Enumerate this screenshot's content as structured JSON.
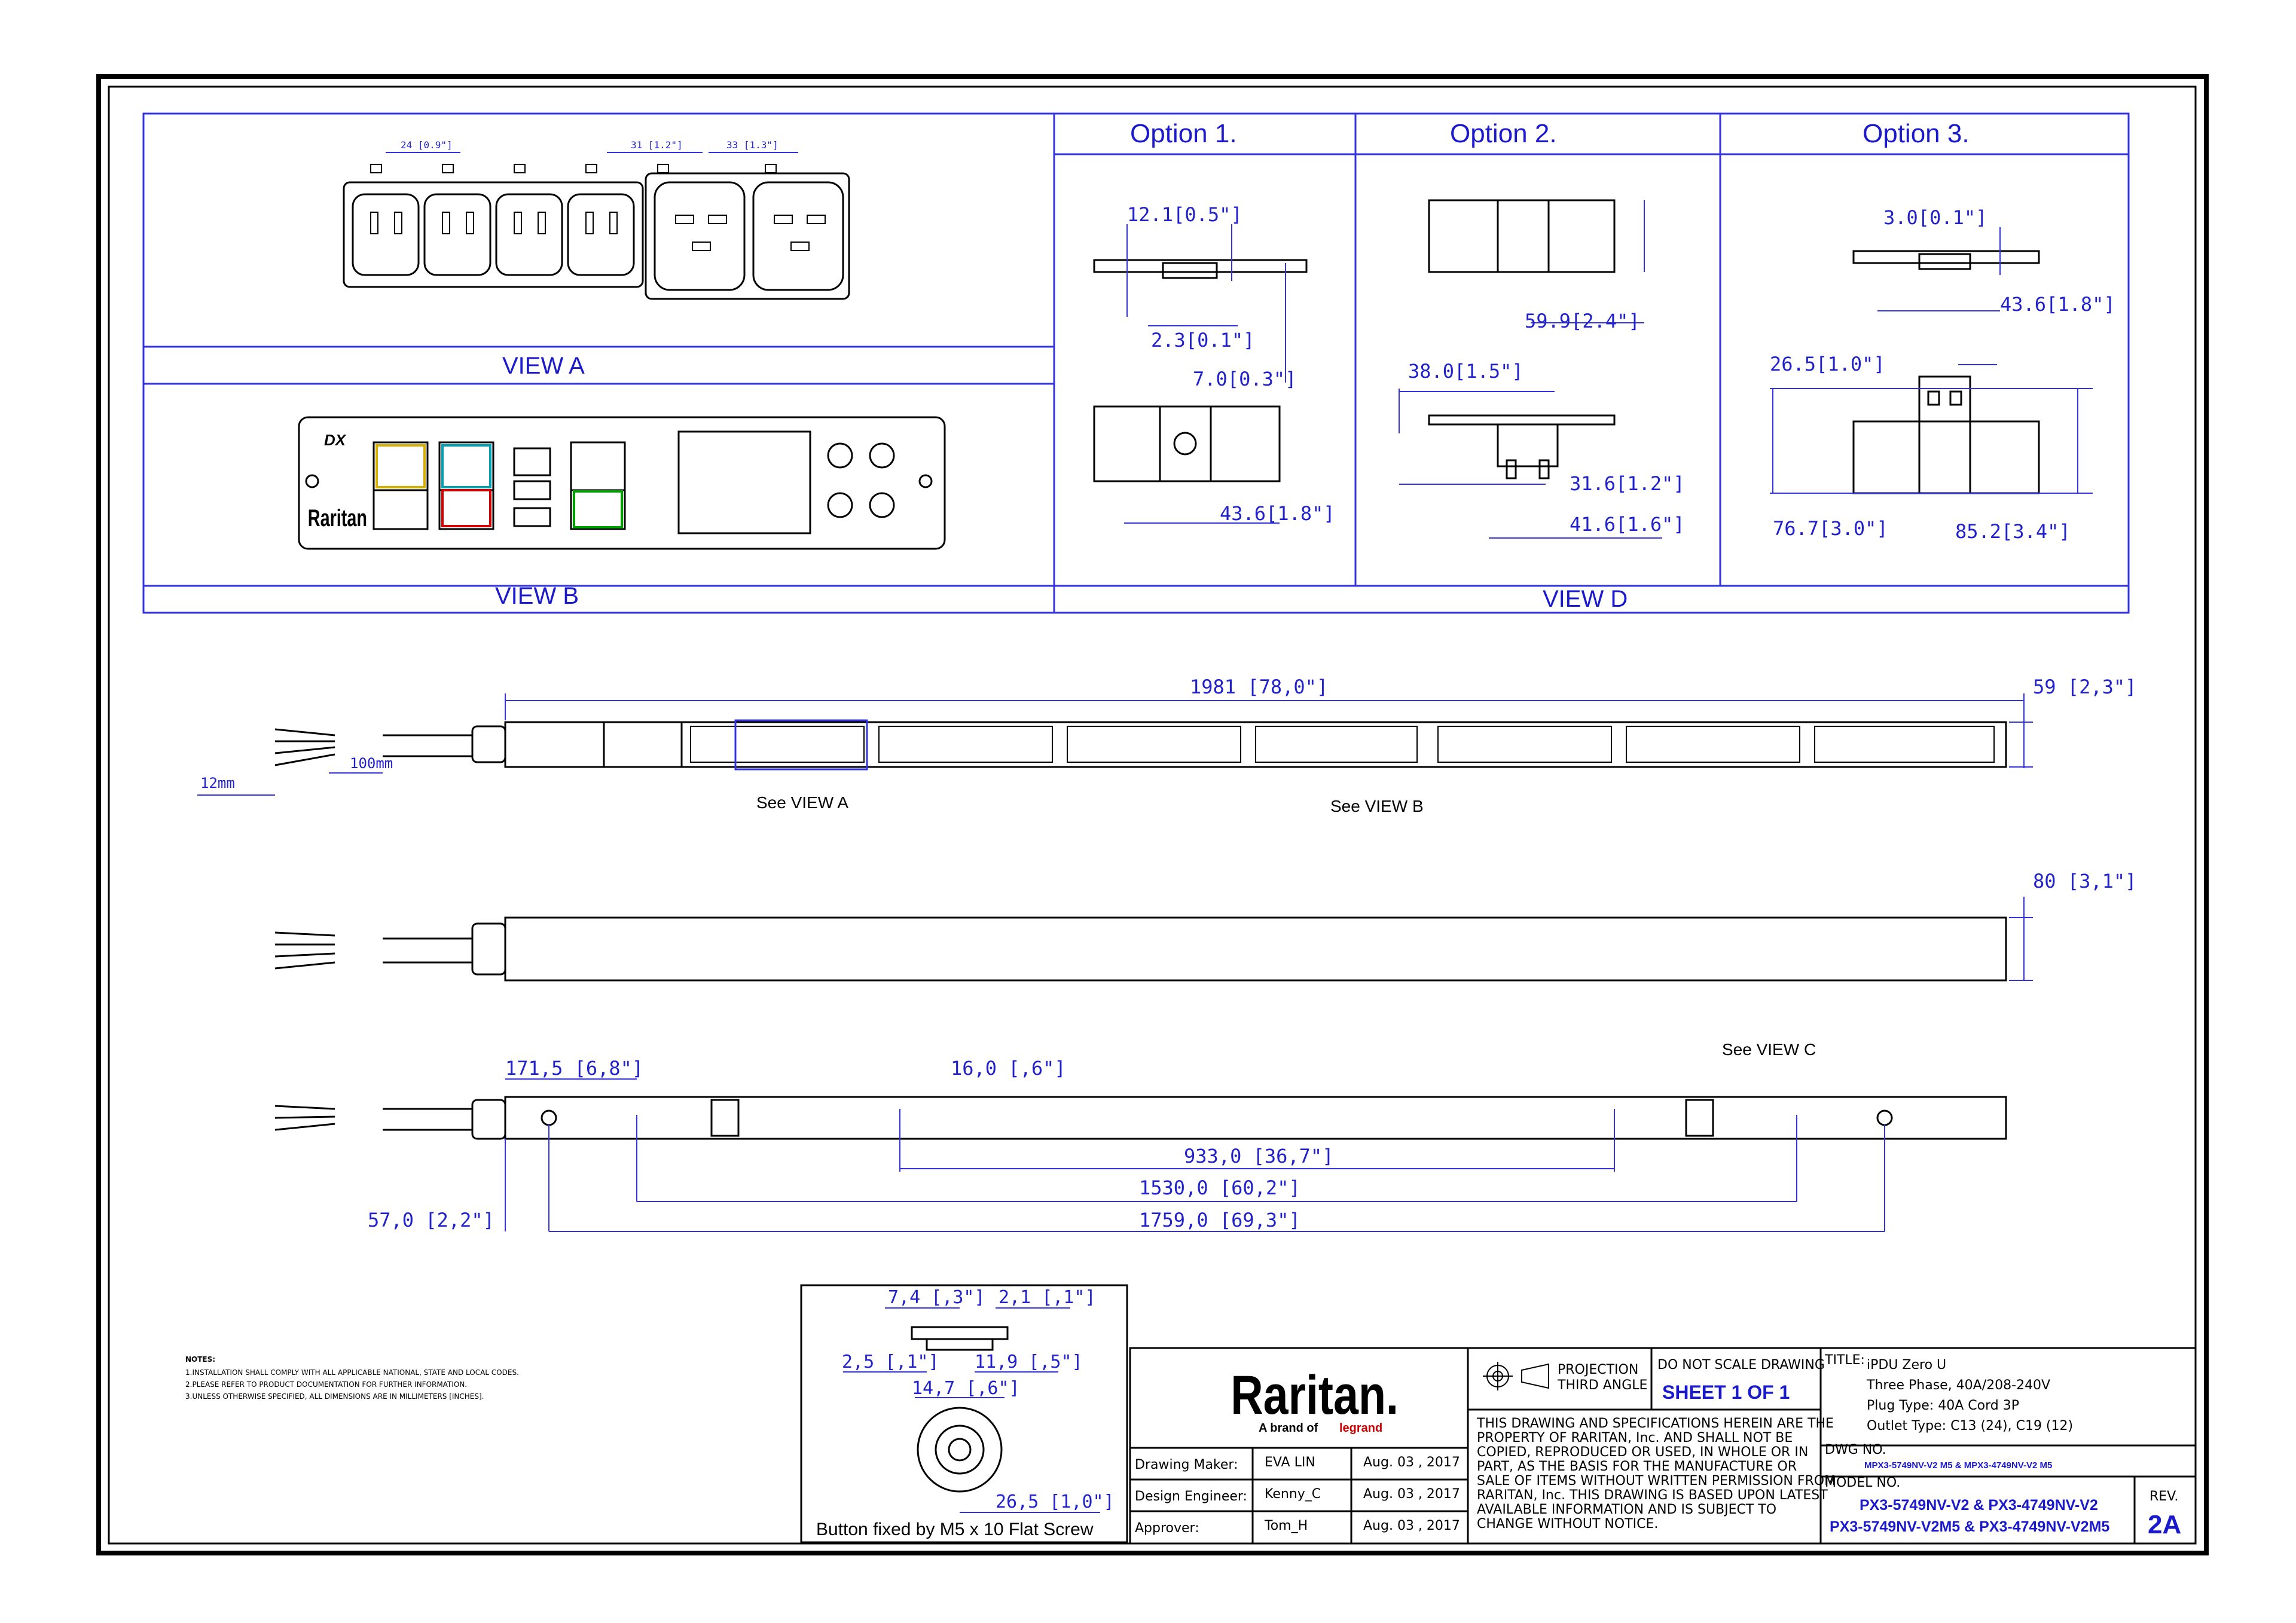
{
  "views": {
    "a_label": "VIEW A",
    "b_label": "VIEW B",
    "d_label": "VIEW D",
    "option1": "Option 1.",
    "option2": "Option 2.",
    "option3": "Option 3."
  },
  "view_a_dims": {
    "d1": "24 [0.9\"]",
    "d2": "31 [1.2\"]",
    "d3": "33 [1.3\"]"
  },
  "view_b": {
    "logo": "Raritan",
    "panel_logo_small": "DX"
  },
  "option1_dims": {
    "a": "12.1[0.5\"]",
    "b": "2.3[0.1\"]",
    "c": "7.0[0.3\"]",
    "d": "43.6[1.8\"]"
  },
  "option2_dims": {
    "a": "59.9[2.4\"]",
    "b": "38.0[1.5\"]",
    "c": "31.6[1.2\"]",
    "d": "41.6[1.6\"]"
  },
  "option3_dims": {
    "a": "3.0[0.1\"]",
    "b": "43.6[1.8\"]",
    "c": "26.5[1.0\"]",
    "d": "76.7[3.0\"]",
    "e": "85.2[3.4\"]"
  },
  "side_view": {
    "length": "1981  [78,0\"]",
    "width": "59  [2,3\"]",
    "depth": "80  [3,1\"]",
    "cord_12": "12mm",
    "cord_100": "100mm",
    "see_a": "See VIEW A",
    "see_b": "See VIEW B"
  },
  "back_view": {
    "d1": "171,5  [6,8\"]",
    "d2": "16,0  [,6\"]",
    "d3": "933,0  [36,7\"]",
    "d4": "1530,0  [60,2\"]",
    "d5": "57,0  [2,2\"]",
    "d6": "1759,0  [69,3\"]",
    "see_c": "See VIEW C"
  },
  "button_detail": {
    "a": "7,4  [,3\"]",
    "b": "2,1  [,1\"]",
    "c": "2,5  [,1\"]",
    "d": "11,9  [,5\"]",
    "e": "14,7  [,6\"]",
    "f": "26,5  [1,0\"]",
    "caption": "Button fixed by M5 x 10 Flat Screw"
  },
  "title_block": {
    "brand": "Raritan.",
    "sub_brand": "A brand of",
    "sub_brand2": "legrand",
    "projection1": "PROJECTION",
    "projection2": "THIRD ANGLE",
    "do_not_scale": "DO NOT SCALE DRAWING",
    "sheet": "SHEET 1 OF 1",
    "disclaimer": [
      "THIS DRAWING AND SPECIFICATIONS HEREIN ARE THE",
      "PROPERTY OF RARITAN, Inc. AND SHALL NOT BE",
      "COPIED, REPRODUCED OR USED, IN WHOLE OR IN",
      "PART, AS THE BASIS FOR THE MANUFACTURE OR",
      "SALE OF ITEMS WITHOUT WRITTEN PERMISSION FROM",
      "RARITAN, Inc. THIS DRAWING IS BASED UPON LATEST",
      "AVAILABLE INFORMATION AND IS SUBJECT TO",
      "CHANGE WITHOUT NOTICE."
    ],
    "rows": [
      {
        "role": "Drawing Maker:",
        "name": "EVA LIN",
        "date": "Aug. 03 , 2017"
      },
      {
        "role": "Design Engineer:",
        "name": "Kenny_C",
        "date": "Aug. 03 , 2017"
      },
      {
        "role": "Approver:",
        "name": "Tom_H",
        "date": "Aug. 03 , 2017"
      }
    ],
    "title_label": "TITLE:",
    "title_lines": [
      "iPDU Zero U",
      "Three Phase, 40A/208-240V",
      "Plug Type: 40A Cord 3P",
      "Outlet Type: C13 (24), C19 (12)"
    ],
    "dwg_label": "DWG NO.",
    "dwg_no": "MPX3-5749NV-V2 M5 & MPX3-4749NV-V2 M5",
    "model_label": "MODEL NO.",
    "model_1": "PX3-5749NV-V2 & PX3-4749NV-V2",
    "model_2": "PX3-5749NV-V2M5 & PX3-4749NV-V2M5",
    "rev_label": "REV.",
    "rev": "2A"
  },
  "notes": {
    "heading": "NOTES:",
    "lines": [
      "1.INSTALLATION SHALL COMPLY WITH ALL APPLICABLE NATIONAL, STATE AND LOCAL CODES.",
      "2.PLEASE REFER TO PRODUCT DOCUMENTATION FOR FURTHER INFORMATION.",
      "3.UNLESS OTHERWISE SPECIFIED, ALL DIMENSIONS ARE IN MILLIMETERS [INCHES]."
    ]
  }
}
